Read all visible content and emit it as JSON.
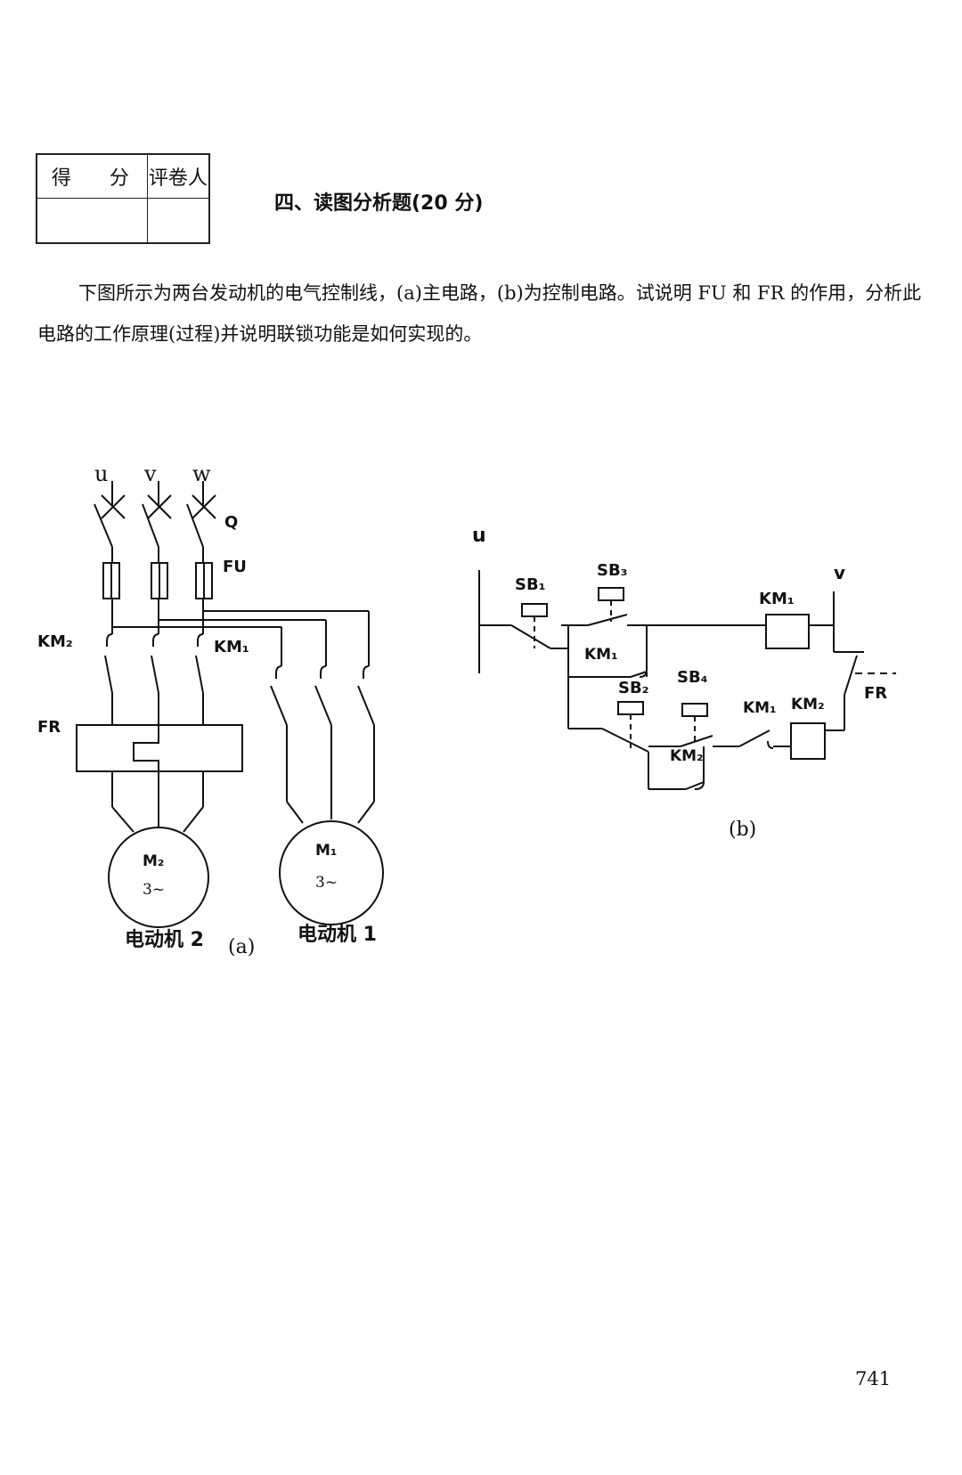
{
  "score_table": {
    "score_header": "得 分",
    "grader_header": "评卷人"
  },
  "section_title": "四、读图分析题(20 分)",
  "question_text": "下图所示为两台发动机的电气控制线，(a)主电路，(b)为控制电路。试说明 FU 和 FR 的作用，分析此电路的工作原理(过程)并说明联锁功能是如何实现的。",
  "diagram_a": {
    "phase_u": "u",
    "phase_v": "v",
    "phase_w": "w",
    "switch_q": "Q",
    "fuse_fu": "FU",
    "contactor_km2": "KM₂",
    "contactor_km1": "KM₁",
    "overload_fr": "FR",
    "motor2_name": "M₂",
    "motor2_type": "3~",
    "motor1_name": "M₁",
    "motor1_type": "3~",
    "motor2_caption": "电动机 2",
    "motor1_caption": "电动机 1",
    "figure_label": "(a)"
  },
  "diagram_b": {
    "terminal_u": "u",
    "terminal_v": "v",
    "sb1": "SB₁",
    "sb3": "SB₃",
    "sb2": "SB₂",
    "sb4": "SB₄",
    "km1_coil": "KM₁",
    "km1_holding": "KM₁",
    "km1_interlock": "KM₁",
    "km2_coil": "KM₂",
    "km2_holding": "KM₂",
    "fr_contact": "FR",
    "figure_label": "(b)"
  },
  "page_number": "741"
}
